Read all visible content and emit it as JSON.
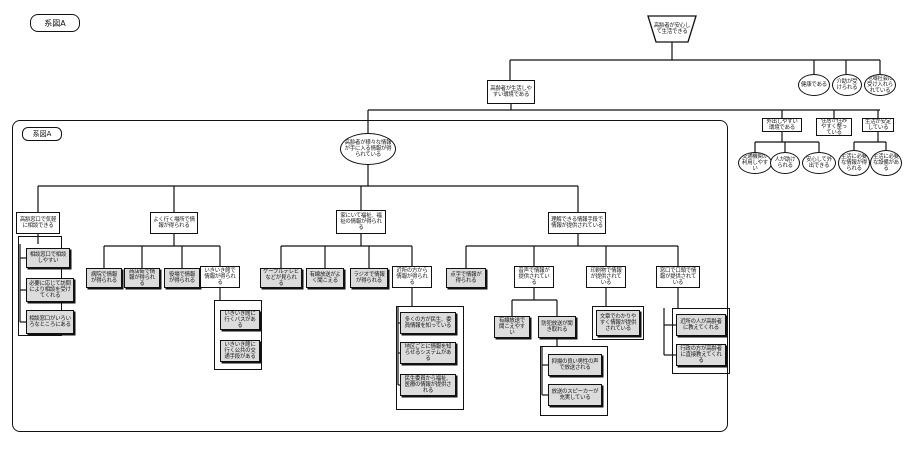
{
  "labels": {
    "top_tag": "系図A",
    "frame_tag": "系図A"
  },
  "nodes": {
    "root": "高齢者が安心して生活できる",
    "l2_main": "高齢者が生活しやすい環境である",
    "l2_r1": "健康である",
    "l2_r2": "介助が受けられる",
    "l2_r3": "地域社会に受け入れられている",
    "l3_center": "高齢者が様々な情報が手に入る情報が得られている",
    "l3_r1": "外出しやすい環境である",
    "l3_r2": "住居が住みやすく整っている",
    "l3_r3": "生活が安定している",
    "l3_r1a": "交通機関が利用しやすい",
    "l3_r1b": "人が助けられる",
    "l3_r1c": "安心して外出できる",
    "l3_r3a": "生活に必要な情報が得られる",
    "l3_r3b": "生活に必要な設備がある",
    "b1": "高齢窓口で気軽に相談できる",
    "b1_1": "相談窓口で相談しやすい",
    "b1_2": "必要に応じて訪問により相談を受けてくれる",
    "b1_3": "相談窓口がいろいろなところにある",
    "b2": "よく行く場所で情報が得られる",
    "b2_1": "病院で情報が得られる",
    "b2_2": "商店街で情報が得られる",
    "b2_3": "役場で情報が得られる",
    "b2_4": "いきいき館で情報が得られる",
    "b2_4a": "いきいき館に行くバスがある",
    "b2_4b": "いきいき館に行く公共の交通手段がある",
    "b3": "家にいて福祉、福祉の情報が得られる",
    "b3_1": "ケーブルテレビなどが見られる",
    "b3_2": "有線放送がよく聞こえる",
    "b3_3": "ラジオで情報が得られる",
    "b3_4": "近所の方から情報が得られる",
    "b3_4a": "多くの方が民生、委員情報を知っている",
    "b3_4b": "地区ごとに情報を知らせるシステムがある",
    "b3_4c": "民生委員から福祉、医療の情報が提供される",
    "b4": "理解できる情報手段で情報が提供されている",
    "b4_1": "点字で情報が得られる",
    "b4_2": "音声で情報が提供されている",
    "b4_2a": "有線放送で聞こえやすい",
    "b4_2b": "防犯放送が聞き取れる",
    "b4_2c": "抑揚の良い男性の声で放送される",
    "b4_2d": "放送のスピーカーが充実している",
    "b4_3": "印刷物で情報が提供されている",
    "b4_3a": "文章でわかりやすく情報が提供されている",
    "b4_4": "窓口で口頭で情報が提供されている",
    "b4_4a": "近所の人が高齢者に教えてくれる",
    "b4_4b": "行政の方が高齢者に直接教えてくれる"
  }
}
